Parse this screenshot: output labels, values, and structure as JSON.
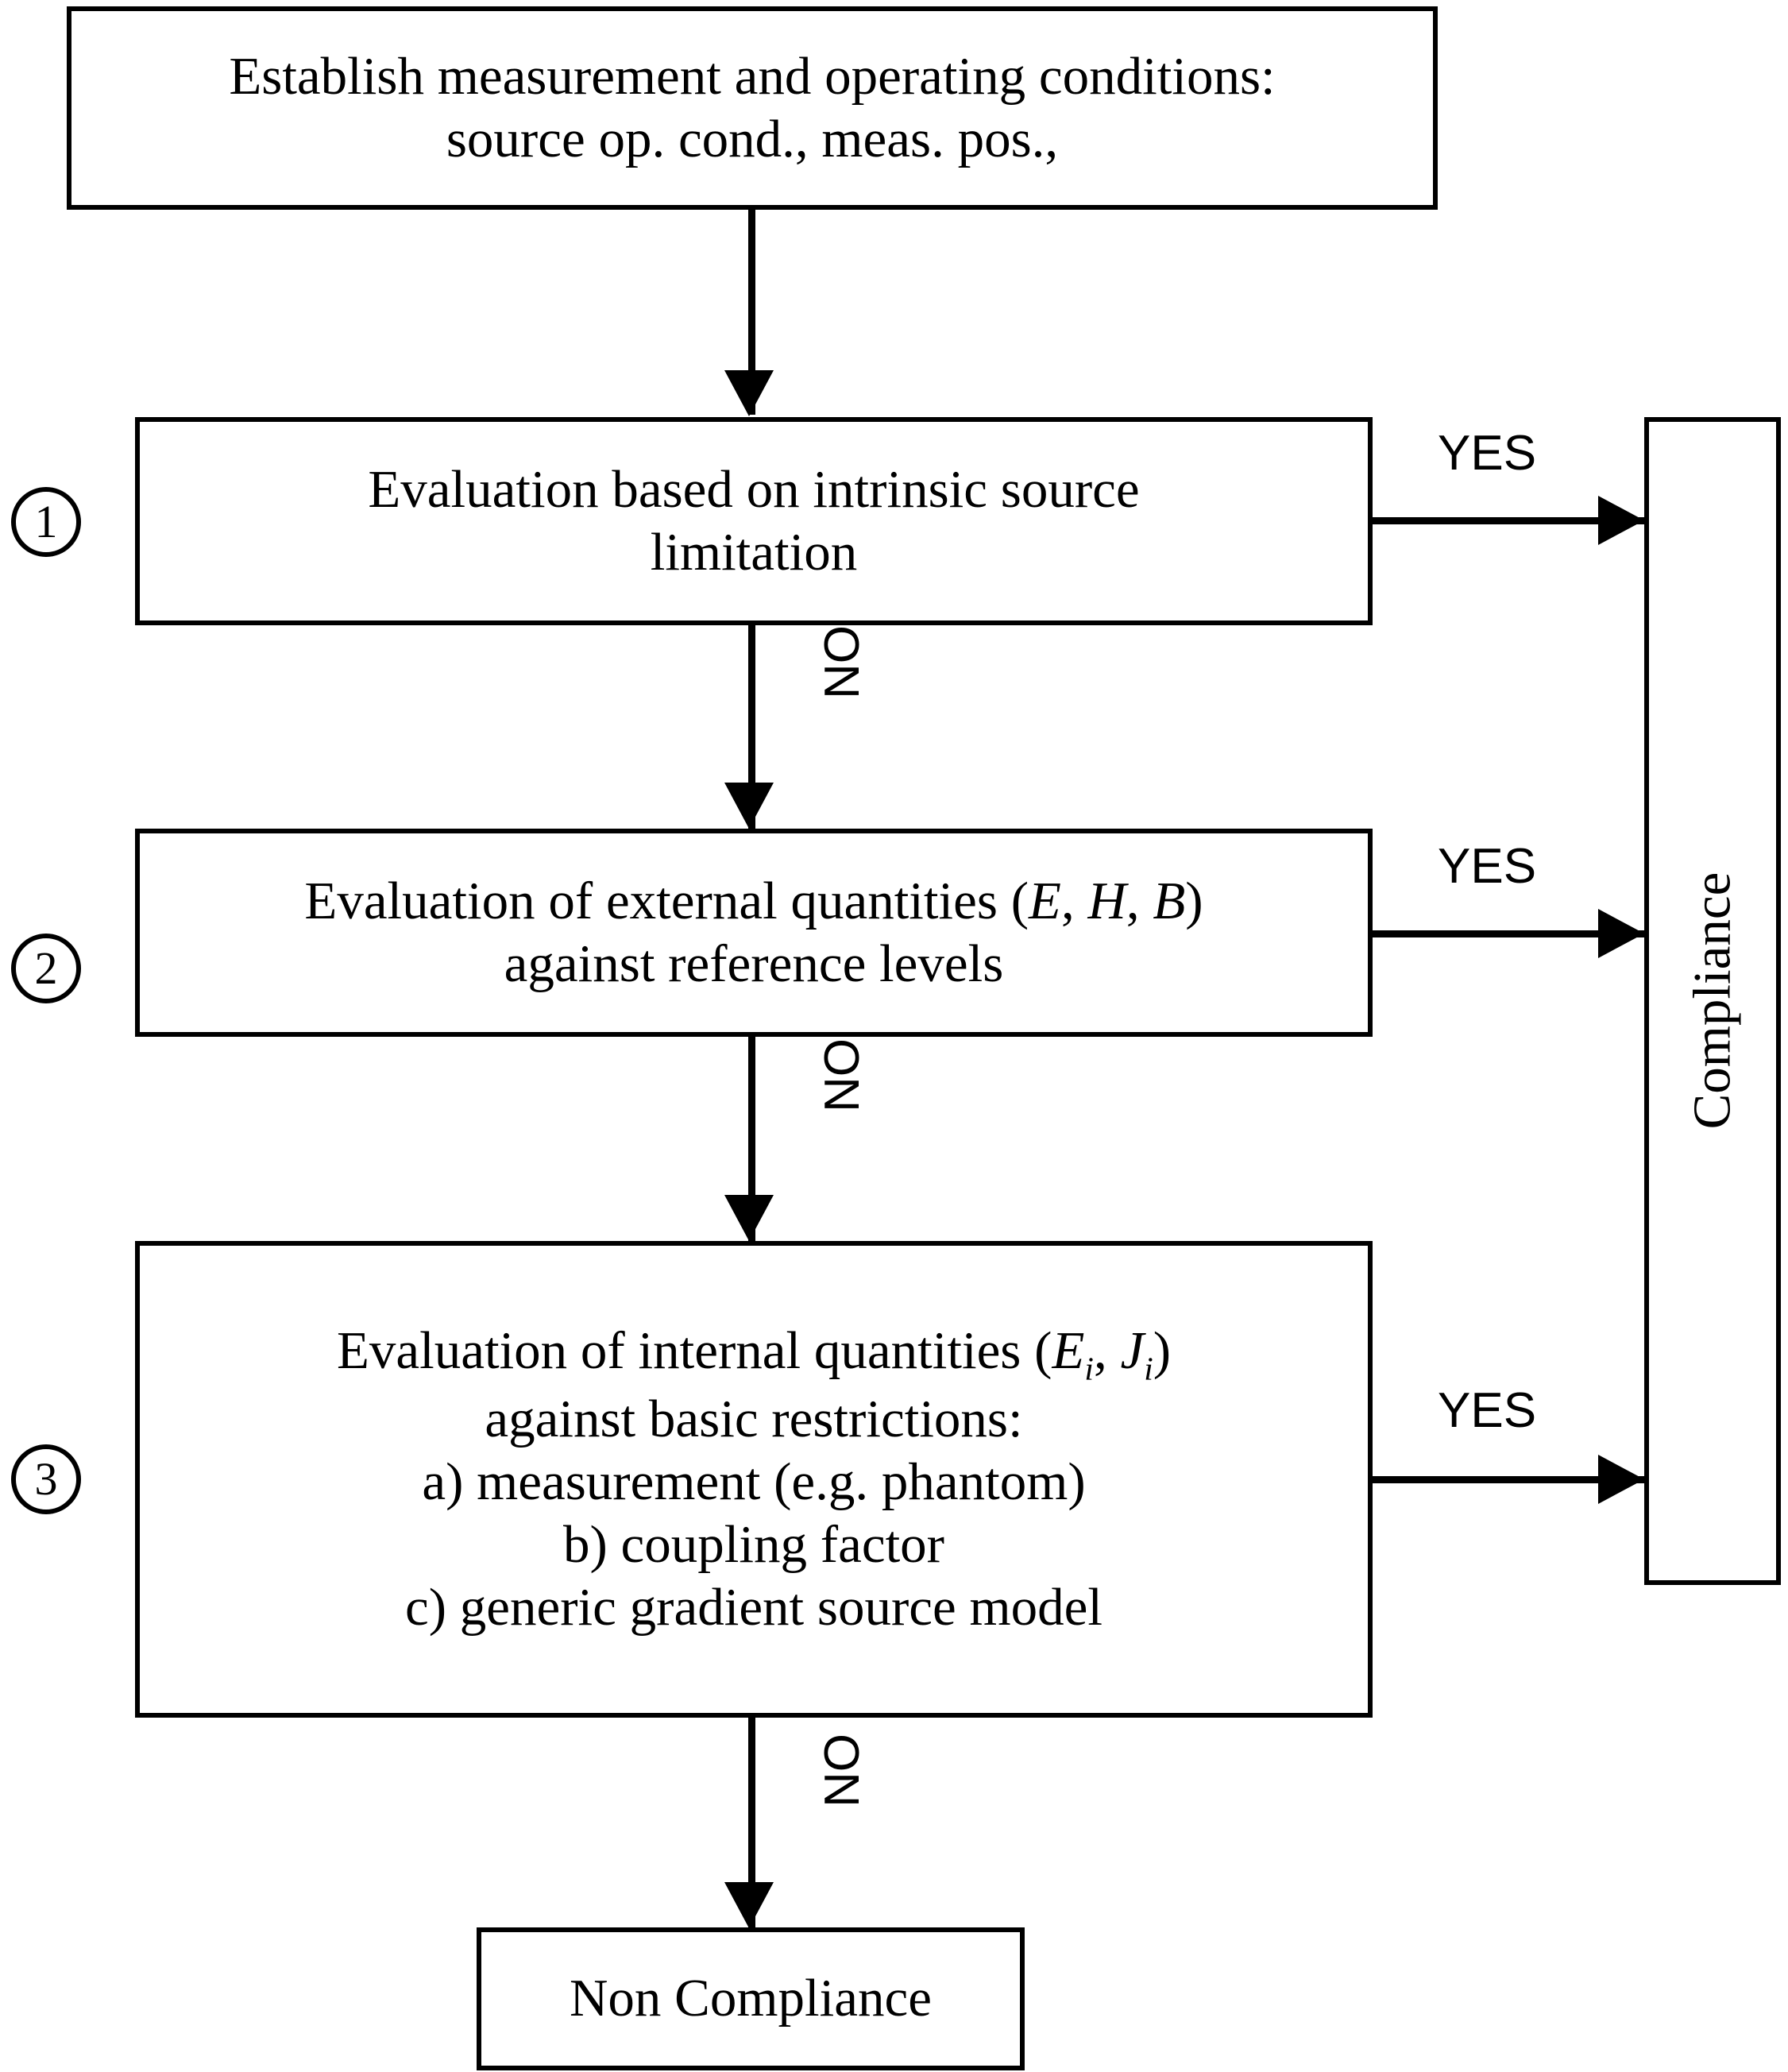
{
  "diagram": {
    "title": "Compliance assessment flowchart",
    "colors": {
      "stroke": "#000000",
      "fill": "#ffffff",
      "text": "#000000"
    },
    "nodes": {
      "establish": {
        "text": "Establish measurement and operating conditions:\nsource op. cond., meas. pos.,"
      },
      "step1": {
        "marker": "1",
        "text": "Evaluation based on intrinsic source\nlimitation"
      },
      "step2": {
        "marker": "2",
        "line1_prefix": "Evaluation of external quantities (",
        "line1_sym1": "E",
        "line1_sep1": ", ",
        "line1_sym2": "H",
        "line1_sep2": ", ",
        "line1_sym3": "B",
        "line1_suffix": ")",
        "line2": "against reference levels"
      },
      "step3": {
        "marker": "3",
        "line1_prefix": "Evaluation of internal quantities (",
        "line1_sym1": "E",
        "line1_sub1": "i",
        "line1_sep1": ", ",
        "line1_sym2": "J",
        "line1_sub2": "i",
        "line1_suffix": ")",
        "line2": "against basic restrictions:",
        "line3": "a) measurement (e.g. phantom)",
        "line4": "b) coupling factor",
        "line5": "c) generic gradient source model"
      },
      "compliance": {
        "text": "Compliance"
      },
      "non_compliance": {
        "text": "Non Compliance"
      }
    },
    "edges": {
      "yes_1": "YES",
      "yes_2": "YES",
      "yes_3": "YES",
      "no_1": "NO",
      "no_2": "NO",
      "no_3": "NO"
    }
  }
}
